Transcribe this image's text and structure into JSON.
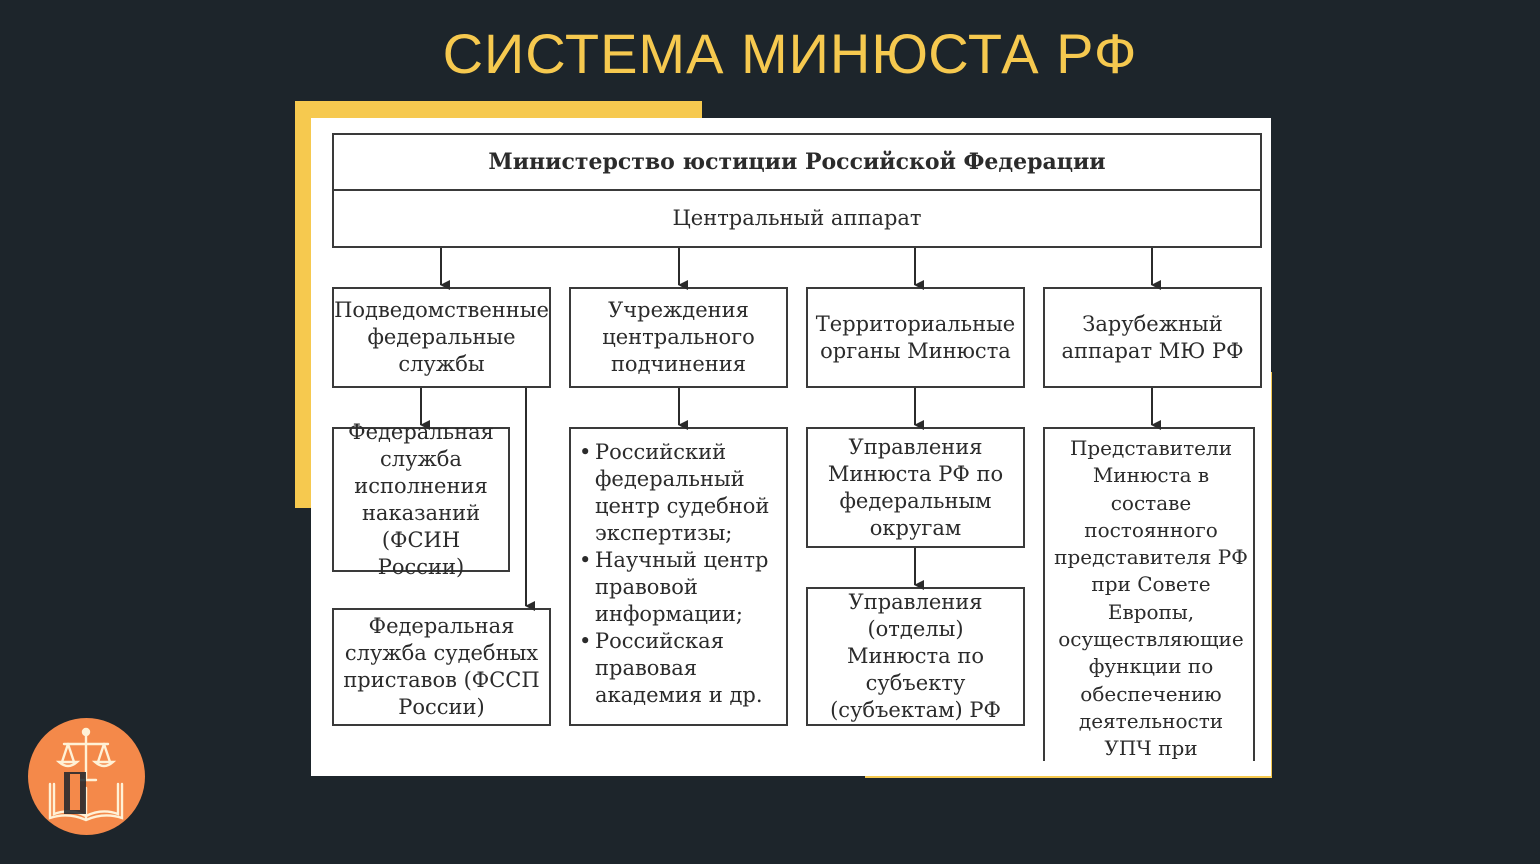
{
  "title": "СИСТЕМА МИНЮСТА РФ",
  "colors": {
    "background": "#1d252b",
    "accent": "#f6c94f",
    "logo_circle": "#f4894a"
  },
  "logo": {
    "icon": "justice-scales-book-icon"
  },
  "diagram": {
    "ministry": "Министерство юстиции Российской Федерации",
    "central_apparatus": "Центральный аппарат",
    "branches": [
      {
        "label": "Подведомственные федеральные службы"
      },
      {
        "label": "Учреждения центрального подчинения"
      },
      {
        "label": "Территориальные органы Минюста"
      },
      {
        "label": "Зарубежный аппарат МЮ РФ"
      }
    ],
    "federal_services": [
      "Федеральная служба исполнения наказаний (ФСИН России)",
      "Федеральная служба судебных приставов (ФССП России)"
    ],
    "central_institutions": [
      "Российский федеральный центр судебной экспертизы;",
      "Научный центр правовой информации;",
      "Российская правовая академия и др."
    ],
    "territorial_bodies": [
      "Управления Минюста РФ по федеральным округам",
      "Управления (отделы) Минюста по субъекту (субъектам) РФ"
    ],
    "foreign_apparatus": "Представители Минюста в составе постоянного представителя РФ при Совете Европы, осуществляющие функции по обеспечению деятельности УПЧ при Европейском суде по правам человека"
  }
}
